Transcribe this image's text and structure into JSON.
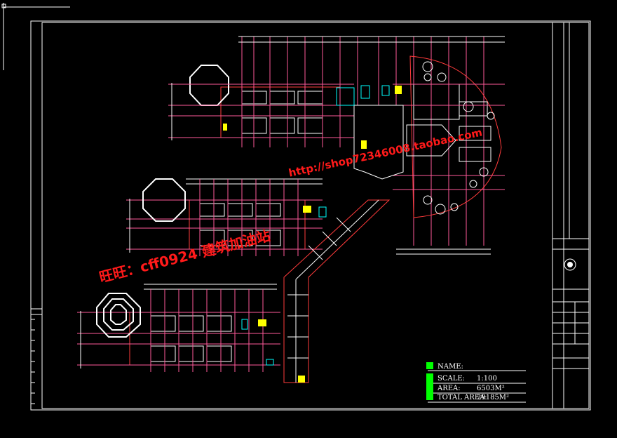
{
  "title_block": {
    "name_label": "NAME:",
    "scale_label": "SCALE:",
    "scale_value": "1:100",
    "area_label": "AREA:",
    "area_value": "6503M²",
    "total_label": "TOTAL AREA:",
    "total_value": "29185M²"
  },
  "watermarks": {
    "wangwang": "旺旺：cff0924  建筑加油站",
    "shop_url": "http://shop72346008.taobao.com"
  },
  "colors": {
    "background": "#000000",
    "frame": "#ffffff",
    "walls": "#ff3b3b",
    "axis": "#ff5a9a",
    "rooms": "#ffffff",
    "fixtures": "#00ffff",
    "stairs": "#ffff00",
    "title_block_tag": "#00ff00",
    "watermark": "#ff1a1a"
  }
}
